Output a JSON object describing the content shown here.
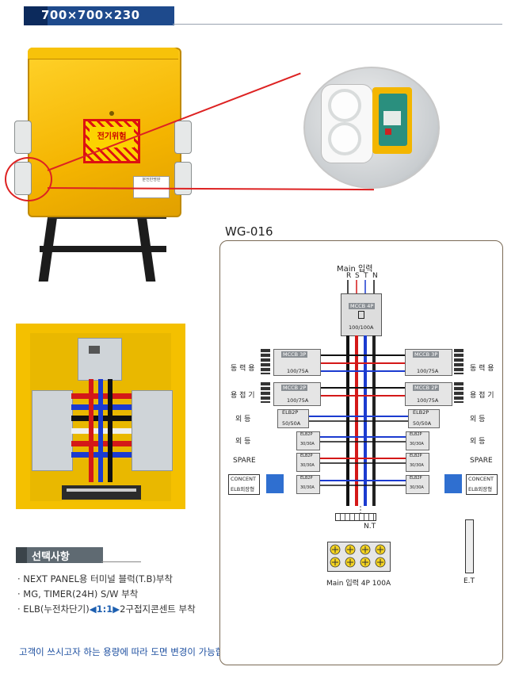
{
  "header": {
    "size_text": "700×700×230"
  },
  "product_photo": {
    "warning_sign": "전기위험",
    "label_plate": "분전반명판"
  },
  "diagram": {
    "model": "WG-016",
    "main_input_label": "Main 입력",
    "phases": [
      "R",
      "S",
      "T",
      "N"
    ],
    "main_breaker": {
      "name": "MCCB 4P",
      "rating": "100/100A"
    },
    "rows": [
      {
        "label": "동 력 용",
        "breaker": "MCCB 3P",
        "rating": "100/75A"
      },
      {
        "label": "용 접 기",
        "breaker": "MCCB 2P",
        "rating": "100/75A"
      },
      {
        "label": "외 등",
        "breaker": "ELB2P",
        "rating": "50/50A"
      },
      {
        "label": "외 등",
        "breaker": "ELB2P",
        "rating": "30/30A"
      },
      {
        "label": "SPARE",
        "breaker": "ELB2P",
        "rating": "30/30A"
      },
      {
        "label": "",
        "breaker": "ELB2P",
        "rating": "30/30A"
      }
    ],
    "concent_box": {
      "line1": "CONCENT",
      "line2": "ELB외장형"
    },
    "nt_label": "N.T",
    "main_terminal_label": "Main 입력 4P 100A",
    "et_label": "E.T"
  },
  "options": {
    "heading": "선택사항",
    "items": [
      "· NEXT PANEL용 터미널 블럭(T.B)부착",
      "· MG, TIMER(24H) S/W 부착"
    ],
    "item3_prefix": "· ELB(누전차단기)",
    "item3_ratio": "1:1",
    "item3_suffix": "2구접지콘센트 부착"
  },
  "footer_note": "고객이 쓰시고자 하는 용량에 따라 도면 변경이 가능합니다.",
  "colors": {
    "header_blue": "#1e4a8c",
    "cabinet_yellow": "#f4b400",
    "phase_black": "#111111",
    "phase_red": "#d41818",
    "phase_blue": "#1b3bd0",
    "footer_text": "#1d4fa0"
  }
}
